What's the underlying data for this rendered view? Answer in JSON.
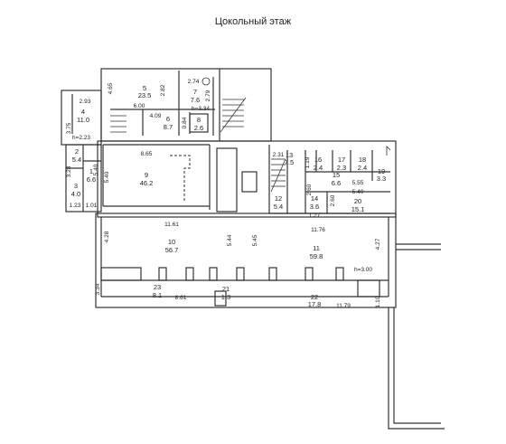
{
  "title": "Цокольный этаж",
  "rooms": [
    {
      "id": "room-1",
      "num": "1",
      "area": "6.6"
    },
    {
      "id": "room-2",
      "num": "2",
      "area": "5.4"
    },
    {
      "id": "room-3",
      "num": "3",
      "area": "4.0"
    },
    {
      "id": "room-4",
      "num": "4",
      "area": "11.0"
    },
    {
      "id": "room-5",
      "num": "5",
      "area": "23.5"
    },
    {
      "id": "room-6",
      "num": "6",
      "area": "8.7"
    },
    {
      "id": "room-7",
      "num": "7",
      "area": "7.6"
    },
    {
      "id": "room-8",
      "num": "8",
      "area": "2.6"
    },
    {
      "id": "room-9",
      "num": "9",
      "area": "46.2"
    },
    {
      "id": "room-10",
      "num": "10",
      "area": "56.7"
    },
    {
      "id": "room-11",
      "num": "11",
      "area": "59.8"
    },
    {
      "id": "room-12",
      "num": "12",
      "area": "5.4"
    },
    {
      "id": "room-13",
      "num": "13",
      "area": "7.5"
    },
    {
      "id": "room-14",
      "num": "14",
      "area": "3.6"
    },
    {
      "id": "room-15",
      "num": "15",
      "area": "6.6"
    },
    {
      "id": "room-16",
      "num": "16",
      "area": "2.4"
    },
    {
      "id": "room-17",
      "num": "17",
      "area": "2.3"
    },
    {
      "id": "room-18",
      "num": "18",
      "area": "2.4"
    },
    {
      "id": "room-19",
      "num": "19",
      "area": "3.3"
    },
    {
      "id": "room-20",
      "num": "20",
      "area": "15.1"
    },
    {
      "id": "room-21",
      "num": "21",
      "area": "1.3"
    },
    {
      "id": "room-22",
      "num": "22",
      "area": "17.8"
    },
    {
      "id": "room-23",
      "num": "23",
      "area": "8.1"
    }
  ],
  "dimensions": {
    "d_293": "2.93",
    "d_375": "3.75",
    "d_465": "4.65",
    "d_600": "6.00",
    "d_282": "2.82",
    "d_274": "2.74",
    "d_279": "2.79",
    "d_409": "4.09",
    "d_084": "0.84",
    "d_h334": "h=3.34",
    "d_h223": "h=2.23",
    "d_540a": "5.40",
    "d_865": "8.65",
    "d_540b": "5.40",
    "d_328": "3.28",
    "d_123": "1.23",
    "d_101": "1.01",
    "d_1161": "11.61",
    "d_428": "4.28",
    "d_544": "5.44",
    "d_545": "5.45",
    "d_1176": "11.76",
    "d_427": "4.27",
    "d_h300": "h=3.00",
    "d_231": "2.31",
    "d_260a": "2.60",
    "d_260b": "2.60",
    "d_555": "5.55",
    "d_540c": "5.40",
    "d_119": "1.19",
    "d_127": "1.27",
    "d_861": "8.61",
    "d_1179": "11.79",
    "d_334": "3.34",
    "d_110": "1.10"
  }
}
